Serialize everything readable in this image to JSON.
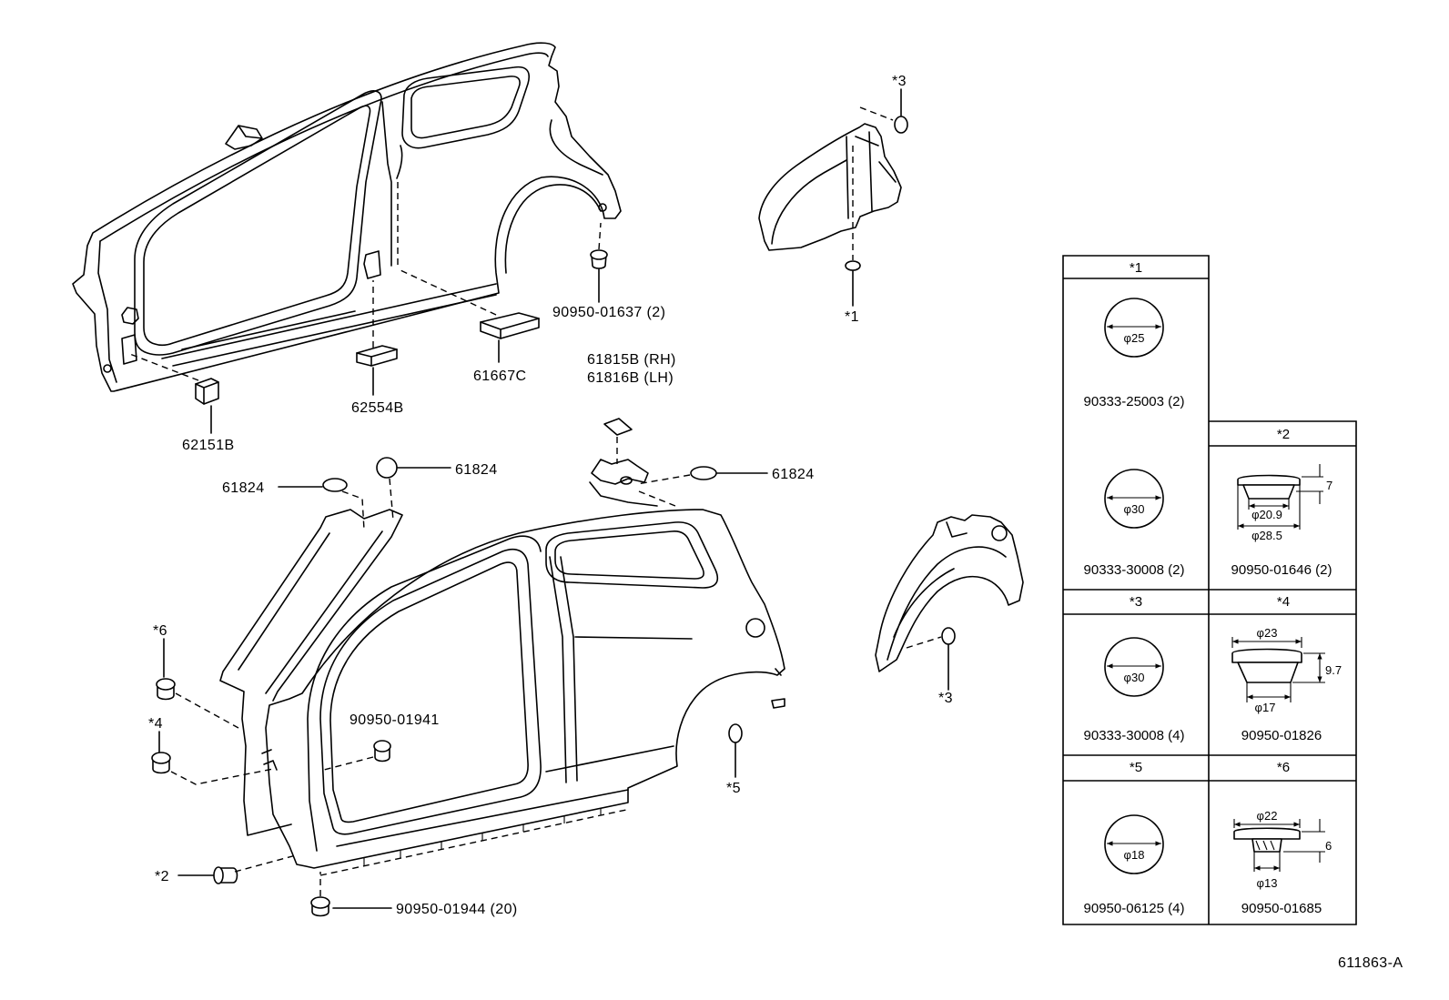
{
  "diagram": {
    "labels": {
      "plug_upper": "90950-01637 (2)",
      "silencer_61667c": "61667C",
      "silencer_62554b": "62554B",
      "silencer_62151b": "62151B",
      "pad_rh": "61815B (RH)",
      "pad_lh": "61816B (LH)",
      "ref_3_upper": "*3",
      "ref_1": "*1",
      "plug_61824_left": "61824",
      "plug_61824_mid": "61824",
      "plug_61824_right": "61824",
      "ref_6": "*6",
      "ref_4": "*4",
      "clip_90950_01941": "90950-01941",
      "ref_5": "*5",
      "ref_3_lower": "*3",
      "ref_2": "*2",
      "clip_90950_01944": "90950-01944 (20)"
    },
    "figure_id": "611863-A"
  },
  "legend_table": {
    "ref_1": {
      "header": "*1",
      "items": [
        {
          "dia": "φ25",
          "part": "90333-25003 (2)"
        },
        {
          "dia": "φ30",
          "part": "90333-30008 (2)"
        }
      ]
    },
    "ref_2": {
      "header": "*2",
      "height": "7",
      "inner_dia": "φ20.9",
      "outer_dia": "φ28.5",
      "part": "90950-01646 (2)"
    },
    "ref_3": {
      "header": "*3",
      "dia": "φ30",
      "part": "90333-30008 (4)"
    },
    "ref_4": {
      "header": "*4",
      "top_dia": "φ23",
      "height": "9.7",
      "bottom_dia": "φ17",
      "part": "90950-01826"
    },
    "ref_5": {
      "header": "*5",
      "dia": "φ18",
      "part": "90950-06125 (4)"
    },
    "ref_6": {
      "header": "*6",
      "top_dia": "φ22",
      "height": "6",
      "bottom_dia": "φ13",
      "part": "90950-01685"
    }
  }
}
